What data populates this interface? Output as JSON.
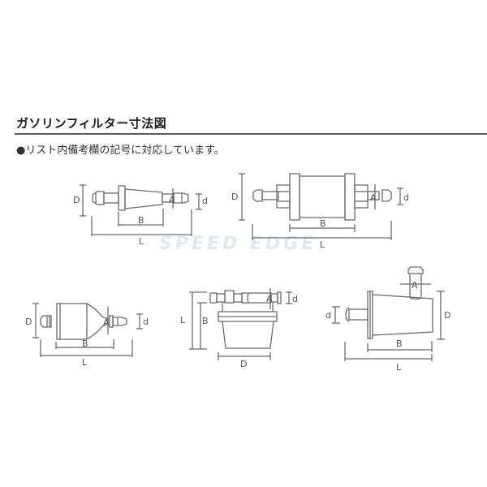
{
  "header": {
    "title": "ガソリンフィルター寸法図",
    "subtitle": "●リスト内備考欄の記号に対応しています。"
  },
  "watermark": "SPEED EDGE",
  "colors": {
    "line": "#6b6b6b",
    "text": "#1a1a1a",
    "divider": "#5a5a5a",
    "watermark": "#dfe8f1"
  },
  "diagrams": [
    {
      "id": "filter-type-1-tapered",
      "labels": {
        "D": "D",
        "A": "A",
        "d": "d",
        "B": "B",
        "L": "L"
      }
    },
    {
      "id": "filter-type-2-cylinder",
      "labels": {
        "D": "D",
        "A": "A",
        "d": "d",
        "B": "B",
        "L": "L"
      }
    },
    {
      "id": "filter-type-3-bulb",
      "labels": {
        "D": "D",
        "A": "A",
        "d": "d",
        "B": "B",
        "L": "L"
      }
    },
    {
      "id": "filter-type-4-cup",
      "labels": {
        "L": "L",
        "B": "B",
        "A": "A",
        "d": "d",
        "D": "D"
      }
    },
    {
      "id": "filter-type-5-angled",
      "labels": {
        "A": "A",
        "d": "d",
        "D": "D",
        "B": "B",
        "L": "L"
      }
    }
  ]
}
